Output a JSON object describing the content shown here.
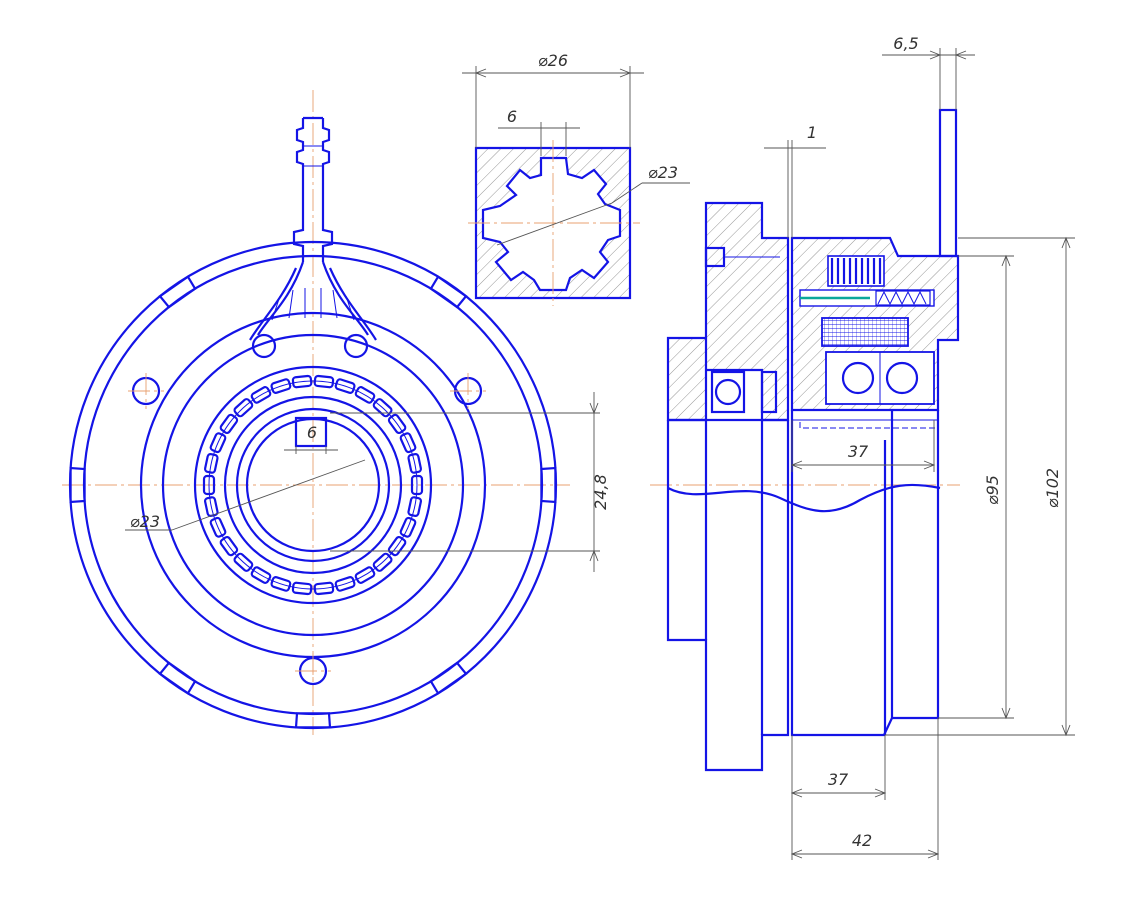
{
  "colors": {
    "outline": "#1414e6",
    "center_line": "#e8a070",
    "dimension": "#555555",
    "hatching": "#6a6a6a",
    "seal": "#0aa89a",
    "background": "#ffffff"
  },
  "dimensions": {
    "spline_outer_dia": "⌀26",
    "spline_tooth_width": "6",
    "spline_inner_dia": "⌀23",
    "front_key_width": "6",
    "front_bore_dia": "⌀23",
    "front_key_height": "24,8",
    "lever_thickness": "6,5",
    "gap": "1",
    "hub_length_upper": "37",
    "hub_length_lower": "37",
    "overall_length": "42",
    "body_dia": "⌀95",
    "flange_dia": "⌀102"
  }
}
